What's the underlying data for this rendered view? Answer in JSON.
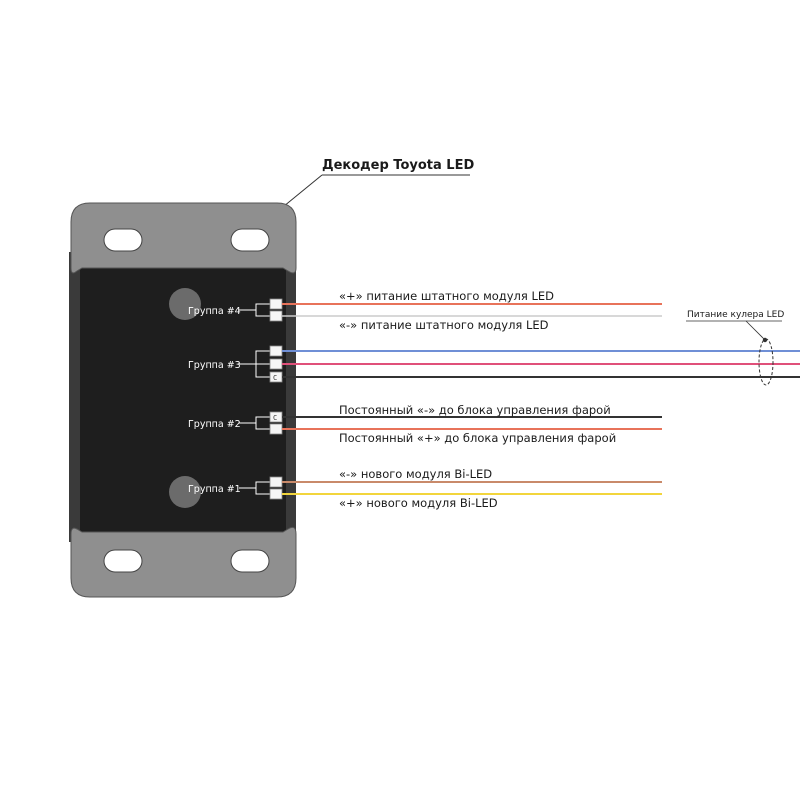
{
  "title": "Декодер Toyota LED",
  "fan_label": "Питание кулера LED",
  "groups": [
    {
      "name": "Группа #4",
      "pins": [
        "",
        ""
      ]
    },
    {
      "name": "Группа #3",
      "pins": [
        "",
        "",
        "C"
      ]
    },
    {
      "name": "Группа #2",
      "pins": [
        "C",
        ""
      ]
    },
    {
      "name": "Группа #1",
      "pins": [
        "",
        ""
      ]
    }
  ],
  "wires": [
    {
      "label": "«+» питание штатного модуля LED",
      "color": "#e8735a"
    },
    {
      "label": "«-» питание штатного модуля LED",
      "color": "#cccccc"
    },
    {
      "label": "",
      "color": "#6f8fd6"
    },
    {
      "label": "",
      "color": "#e0507a"
    },
    {
      "label": "",
      "color": "#333333"
    },
    {
      "label": "Постоянный «-» до блока управления фарой",
      "color": "#333333"
    },
    {
      "label": "Постоянный «+» до блока управления фарой",
      "color": "#e8735a"
    },
    {
      "label": "«-» нового модуля Bi-LED",
      "color": "#c98a6a"
    },
    {
      "label": "«+» нового модуля Bi-LED",
      "color": "#f2d53c"
    }
  ],
  "colors": {
    "housing": "#8f8f8f",
    "housing_edge": "#555555",
    "body": "#1e1e1e",
    "hole": "#ffffff",
    "led": "#6b6b6b"
  }
}
